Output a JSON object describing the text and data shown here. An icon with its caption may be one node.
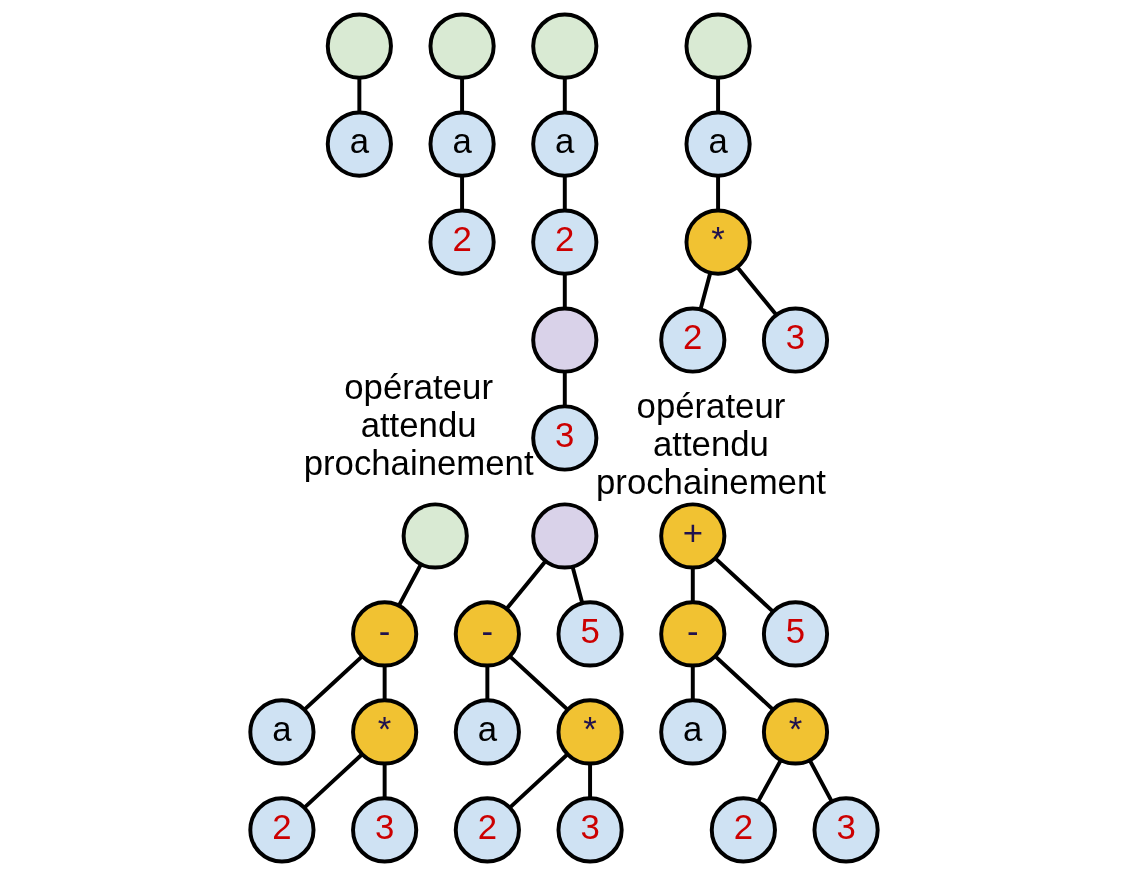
{
  "diagram": {
    "nodes": [
      {
        "text": [],
        "shape": "circle"
      },
      {
        "text": [
          "a"
        ]
      },
      {
        "text": [],
        "shape": "circle"
      },
      {
        "text": [
          "a"
        ]
      },
      {
        "text": [
          "2"
        ]
      },
      {
        "text": [],
        "shape": "circle"
      },
      {
        "text": [
          "a"
        ]
      },
      {
        "text": [
          "2"
        ]
      },
      {
        "text": [],
        "shape": "circle",
        "beside": [
          "opérateur attendu prochainement"
        ]
      },
      {
        "text": [
          "3"
        ]
      },
      {
        "text": [],
        "shape": "circle"
      },
      {
        "text": [
          "a"
        ]
      },
      {
        "text": [
          "*"
        ]
      },
      {
        "text": [
          "2"
        ]
      },
      {
        "text": [
          "3"
        ]
      },
      {
        "text": [],
        "shape": "circle"
      },
      {
        "text": [
          "-"
        ]
      },
      {
        "text": [
          "a"
        ]
      },
      {
        "text": [
          "*"
        ]
      },
      {
        "text": [
          "2"
        ]
      },
      {
        "text": [
          "3"
        ]
      },
      {
        "text": [],
        "shape": "circle",
        "beside": [
          "opérateur attendu prochainement"
        ]
      },
      {
        "text": [
          "-"
        ]
      },
      {
        "text": [
          "5"
        ]
      },
      {
        "text": [
          "a"
        ]
      },
      {
        "text": [
          "*"
        ]
      },
      {
        "text": [
          "2"
        ]
      },
      {
        "text": [
          "3"
        ]
      },
      {
        "text": [
          "+"
        ]
      },
      {
        "text": [
          "-"
        ]
      },
      {
        "text": [
          "5"
        ]
      },
      {
        "text": [
          "a"
        ]
      },
      {
        "text": [
          "*"
        ]
      },
      {
        "text": [
          "2"
        ]
      },
      {
        "text": [
          "3"
        ]
      }
    ],
    "edges": [
      {
        "from": 0,
        "to": 1,
        "arrow": "none"
      },
      {
        "from": 2,
        "to": 3,
        "arrow": "none"
      },
      {
        "from": 3,
        "to": 4,
        "arrow": "none"
      },
      {
        "from": 5,
        "to": 6,
        "arrow": "none"
      },
      {
        "from": 6,
        "to": 7,
        "arrow": "none"
      },
      {
        "from": 7,
        "to": 8,
        "arrow": "none"
      },
      {
        "from": 8,
        "to": 9,
        "arrow": "none"
      },
      {
        "from": 10,
        "to": 11,
        "arrow": "none"
      },
      {
        "from": 11,
        "to": 12,
        "arrow": "none"
      },
      {
        "from": 12,
        "to": 13,
        "arrow": "none"
      },
      {
        "from": 12,
        "to": 14,
        "arrow": "none"
      },
      {
        "from": 15,
        "to": 16,
        "arrow": "none"
      },
      {
        "from": 16,
        "to": 17,
        "arrow": "none"
      },
      {
        "from": 16,
        "to": 18,
        "arrow": "none"
      },
      {
        "from": 18,
        "to": 19,
        "arrow": "none"
      },
      {
        "from": 18,
        "to": 20,
        "arrow": "none"
      },
      {
        "from": 21,
        "to": 22,
        "arrow": "none"
      },
      {
        "from": 21,
        "to": 23,
        "arrow": "none"
      },
      {
        "from": 22,
        "to": 24,
        "arrow": "none"
      },
      {
        "from": 22,
        "to": 25,
        "arrow": "none"
      },
      {
        "from": 25,
        "to": 26,
        "arrow": "none"
      },
      {
        "from": 25,
        "to": 27,
        "arrow": "none"
      },
      {
        "from": 28,
        "to": 29,
        "arrow": "none"
      },
      {
        "from": 28,
        "to": 30,
        "arrow": "none"
      },
      {
        "from": 29,
        "to": 31,
        "arrow": "none"
      },
      {
        "from": 29,
        "to": 32,
        "arrow": "none"
      },
      {
        "from": 32,
        "to": 33,
        "arrow": "none"
      },
      {
        "from": 32,
        "to": 34,
        "arrow": "none"
      }
    ]
  }
}
